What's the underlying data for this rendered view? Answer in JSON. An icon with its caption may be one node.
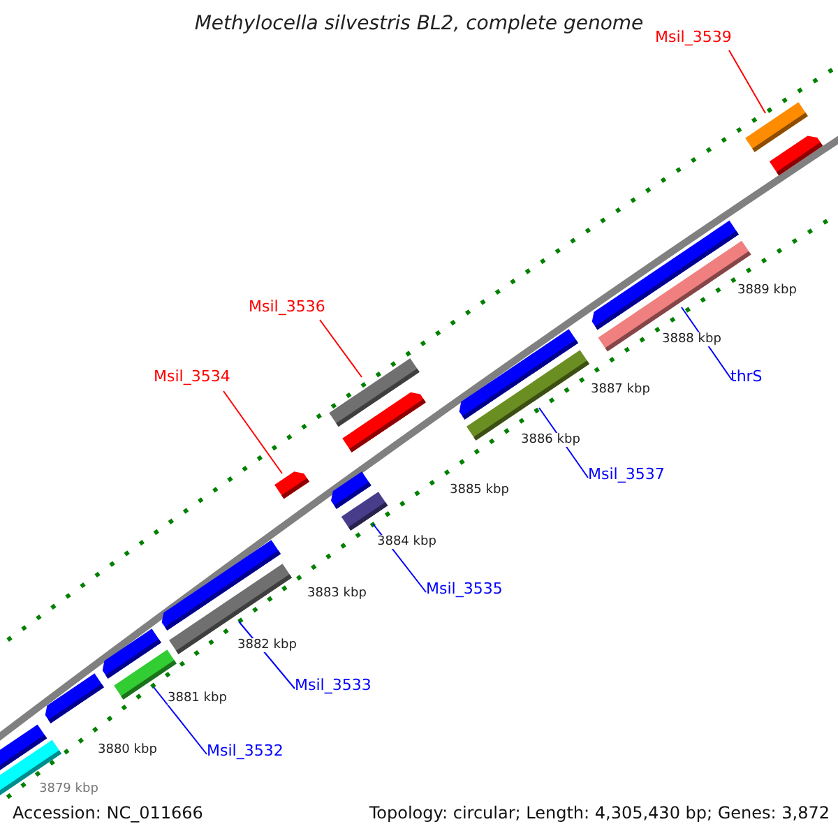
{
  "diagram": {
    "title": "Methylocella silvestris BL2, complete genome",
    "nodes": [
      {
        "text": [
          "Msil_3539"
        ]
      },
      {
        "text": [
          "Msil_3536"
        ]
      },
      {
        "text": [
          "Msil_3534"
        ]
      },
      {
        "text": [
          "thrS"
        ]
      },
      {
        "text": [
          "Msil_3537"
        ]
      },
      {
        "text": [
          "Msil_3535"
        ]
      },
      {
        "text": [
          "Msil_3533"
        ]
      },
      {
        "text": [
          "Msil_3532"
        ]
      },
      {
        "text": [],
        "shape": "bar"
      },
      {
        "text": [],
        "shape": "bar"
      },
      {
        "text": [],
        "shape": "bar"
      },
      {
        "text": [],
        "shape": "bar"
      },
      {
        "text": [],
        "shape": "bar"
      },
      {
        "text": [],
        "shape": "bar"
      },
      {
        "text": [],
        "shape": "bar"
      },
      {
        "text": [],
        "shape": "bar"
      },
      {
        "text": [],
        "shape": "bar"
      },
      {
        "text": [],
        "shape": "bar"
      },
      {
        "text": [],
        "shape": "bar"
      },
      {
        "text": [],
        "shape": "bar"
      },
      {
        "text": [],
        "shape": "bar"
      },
      {
        "text": [],
        "shape": "bar"
      },
      {
        "text": [],
        "shape": "bar"
      },
      {
        "text": [],
        "shape": "bar"
      },
      {
        "text": [],
        "shape": "bar"
      },
      {
        "text": [],
        "shape": "bar"
      }
    ],
    "edges": [
      {
        "from": 0,
        "to": 8,
        "arrow": "none",
        "color": "#ff0000"
      },
      {
        "from": 1,
        "to": 9,
        "arrow": "none",
        "color": "#ff0000"
      },
      {
        "from": 2,
        "to": 10,
        "arrow": "none",
        "color": "#ff0000"
      },
      {
        "from": 3,
        "to": 11,
        "arrow": "none"
      },
      {
        "from": 4,
        "to": 12,
        "arrow": "none"
      },
      {
        "from": 5,
        "to": 13,
        "arrow": "none"
      },
      {
        "from": 6,
        "to": 14,
        "arrow": "none"
      },
      {
        "from": 7,
        "to": 15,
        "arrow": "none"
      }
    ],
    "labels": [
      "3889 kbp",
      "3888 kbp",
      "3887 kbp",
      "3886 kbp",
      "3885 kbp",
      "3884 kbp",
      "3883 kbp",
      "3882 kbp",
      "3881 kbp",
      "3880 kbp",
      "3879 kbp",
      "Accession: NC_011666",
      "Topology: circular; Length: 4,305,430 bp; Genes: 3,872"
    ]
  }
}
